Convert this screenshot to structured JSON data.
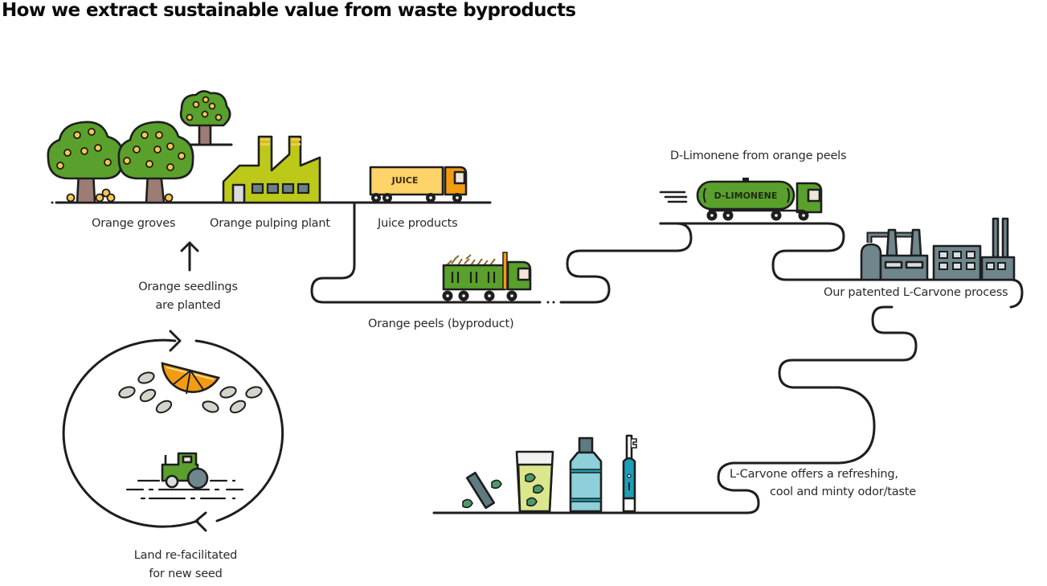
{
  "title": "How we extract sustainable value from waste byproducts",
  "labels": {
    "orange_groves": "Orange groves",
    "pulping_plant": "Orange pulping plant",
    "juice_products": "Juice products",
    "orange_peels": "Orange peels (byproduct)",
    "d_limonene": "D-Limonene from orange peels",
    "l_carvone_process": "Our patented L-Carvone process",
    "l_carvone_offers_line1": "L-Carvone offers a refreshing,",
    "l_carvone_offers_line2": "cool and minty odor/taste",
    "seedlings_line1": "Orange seedlings",
    "seedlings_line2": "are planted",
    "land_line1": "Land re-facilitated",
    "land_line2": "for new seed"
  },
  "truck_text": {
    "juice": "JUICE",
    "d_limonene": "D-LIMONENE"
  },
  "colors": {
    "line": "#1e1e1e",
    "tree_green": "#5aa02c",
    "trunk": "#9c7c74",
    "fruit": "#f9c74f",
    "factory_lime": "#bdc919",
    "factory_window": "#6b7f86",
    "juice_truck_body": "#fdd36a",
    "juice_truck_cab": "#f39c12",
    "truck_green": "#5aa02c",
    "cab_window": "#efe6d8",
    "industry_grey": "#6e868c",
    "orange": "#f39c12",
    "seed": "#d6d3cc",
    "glass_drink": "#dce68c",
    "mint_leaf": "#4c9a6a",
    "mouthwash": "#8ecfd9",
    "mouthwash_band": "#1aa0b8",
    "toothbrush": "#1aa0b8",
    "gum": "#5f7a80"
  },
  "stages": [
    {
      "id": "orange-groves",
      "icon": "orange-trees-icon"
    },
    {
      "id": "pulping-plant",
      "icon": "factory-icon"
    },
    {
      "id": "juice-products",
      "icon": "juice-truck-icon"
    },
    {
      "id": "orange-peels",
      "icon": "peel-truck-icon"
    },
    {
      "id": "d-limonene",
      "icon": "tanker-truck-icon"
    },
    {
      "id": "l-carvone-process",
      "icon": "industrial-plant-icon"
    },
    {
      "id": "minty-products",
      "icon": "mint-products-icon"
    },
    {
      "id": "land-refacilitated",
      "icon": "tractor-icon"
    },
    {
      "id": "seedlings-planted",
      "icon": "seeds-icon"
    }
  ]
}
